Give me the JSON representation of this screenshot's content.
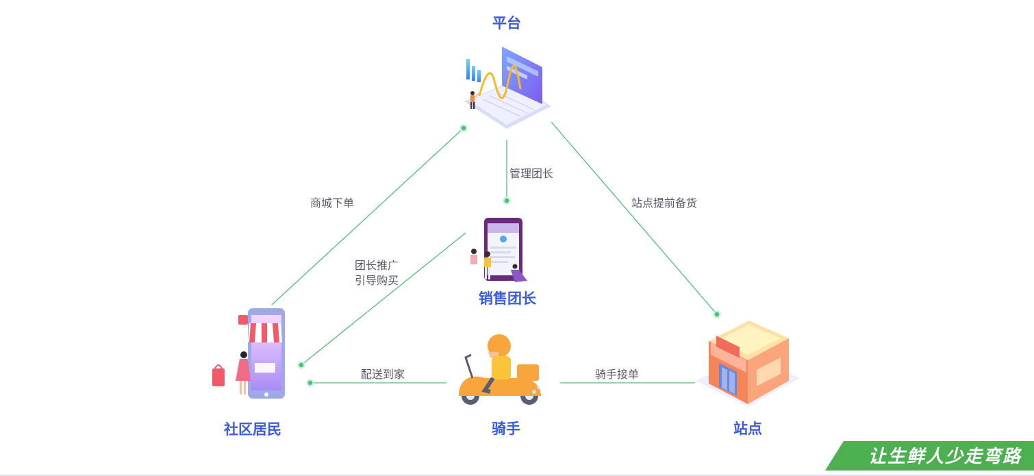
{
  "nodes": {
    "platform": {
      "label": "平台"
    },
    "team_leader": {
      "label": "销售团长"
    },
    "resident": {
      "label": "社区居民"
    },
    "rider": {
      "label": "骑手"
    },
    "station": {
      "label": "站点"
    }
  },
  "edges": {
    "mall_order": "商城下单",
    "manage_leader": "管理团长",
    "station_prep": "站点提前备货",
    "leader_promote_line1": "团长推广",
    "leader_promote_line2": "引导购买",
    "delivery": "配送到家",
    "rider_accept": "骑手接单"
  },
  "slogan": "让生鲜人少走弯路",
  "colors": {
    "accent_label": "#3b5bdb",
    "connector": "#4cc07a",
    "banner": "#4caf50"
  }
}
